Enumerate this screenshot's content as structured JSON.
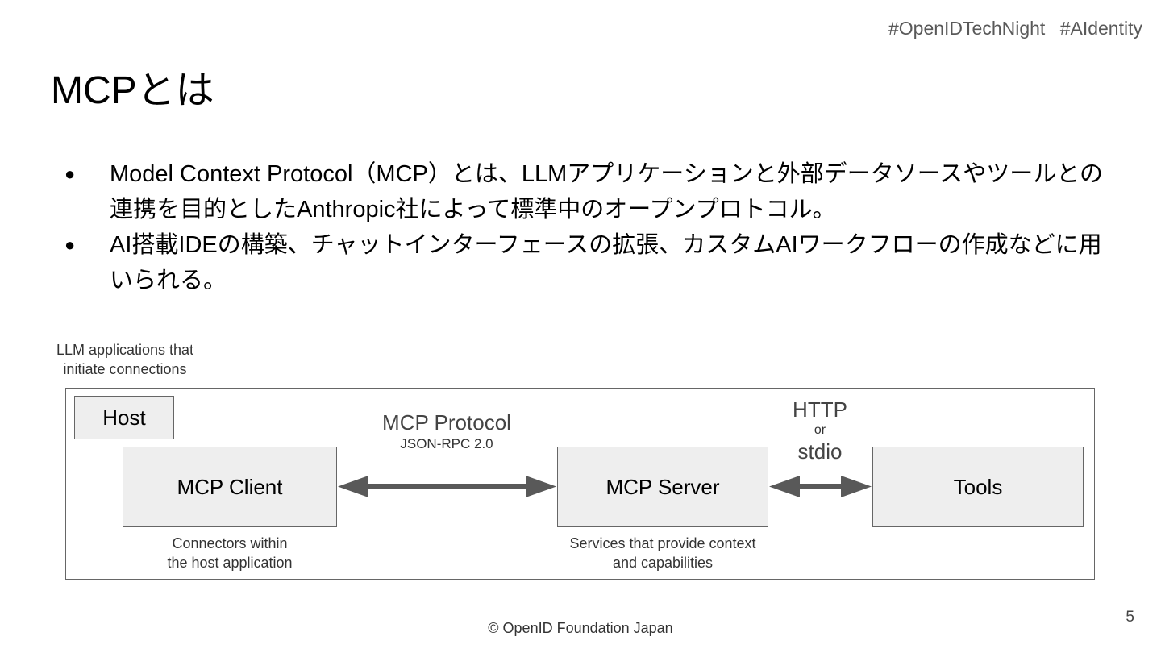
{
  "header": {
    "hashtags": [
      "#OpenIDTechNight",
      "#AIdentity"
    ]
  },
  "slide": {
    "title": "MCPとは",
    "bullets": [
      "Model Context Protocol（MCP）とは、LLMアプリケーションと外部データソースやツールとの連携を目的としたAnthropic社によって標準中のオープンプロトコル。",
      "AI搭載IDEの構築、チャットインターフェースの拡張、カスタムAIワークフローの作成などに用いられる。"
    ],
    "bullet_symbol": "●"
  },
  "diagram": {
    "host_caption_line1": "LLM applications that",
    "host_caption_line2": "initiate connections",
    "host_label": "Host",
    "client_label": "MCP Client",
    "server_label": "MCP Server",
    "tools_label": "Tools",
    "protocol_label": "MCP Protocol",
    "protocol_sub": "JSON-RPC 2.0",
    "transport_label_1": "HTTP",
    "transport_or": "or",
    "transport_label_2": "stdio",
    "client_caption_line1": "Connectors within",
    "client_caption_line2": "the host application",
    "server_caption_line1": "Services that provide context",
    "server_caption_line2": "and capabilities",
    "colors": {
      "box_fill": "#eeeeee",
      "box_border": "#666666",
      "arrow": "#595959"
    }
  },
  "footer": {
    "copyright": "© OpenID Foundation Japan",
    "page_number": "5"
  }
}
